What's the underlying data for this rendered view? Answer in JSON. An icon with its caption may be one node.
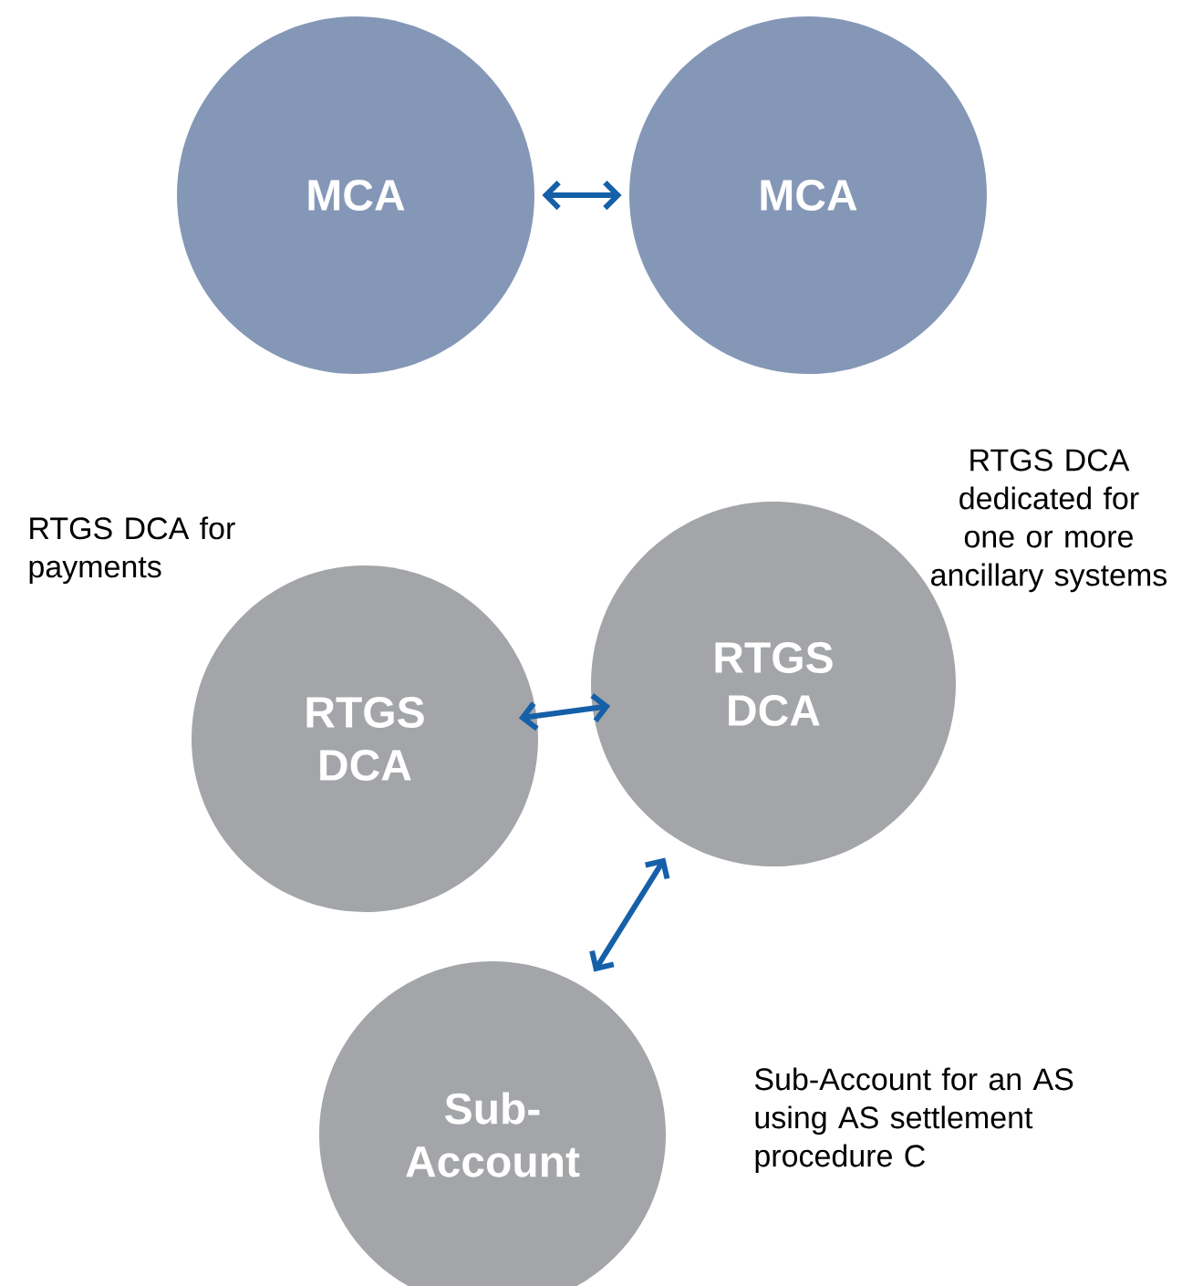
{
  "diagram": {
    "nodes": [
      {
        "text": [
          "MCA"
        ]
      },
      {
        "text": [
          "MCA"
        ]
      },
      {
        "text": [
          "RTGS DCA"
        ],
        "beside": [
          "RTGS DCA for payments"
        ]
      },
      {
        "text": [
          "RTGS DCA"
        ],
        "beside": [
          "RTGS DCA dedicated for one or more ancillary systems"
        ]
      },
      {
        "text": [
          "Sub-Account"
        ],
        "beside": [
          "Sub-Account for an AS using AS settlement procedure C"
        ]
      }
    ],
    "edges": [
      {
        "from": 0,
        "to": 1,
        "arrow": "both"
      },
      {
        "from": 2,
        "to": 3,
        "arrow": "both"
      },
      {
        "from": 4,
        "to": 3,
        "arrow": "both"
      }
    ]
  }
}
